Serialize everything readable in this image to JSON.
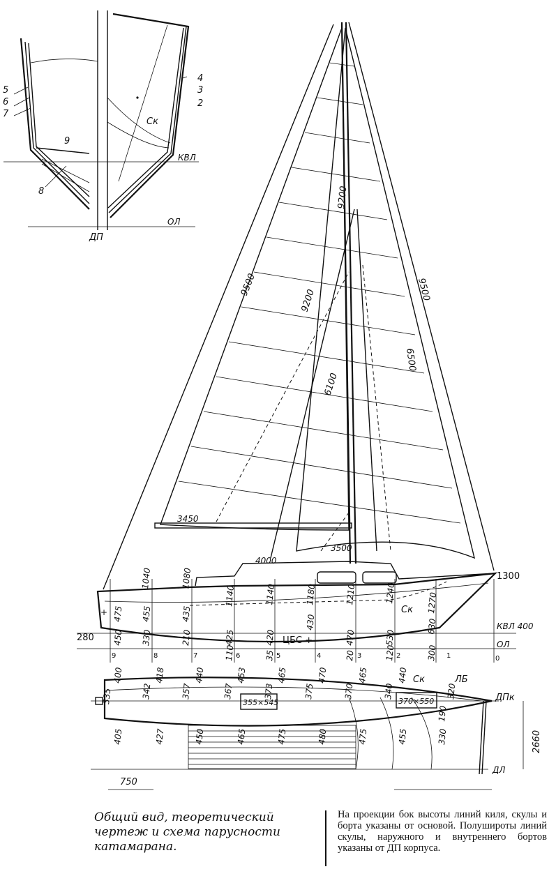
{
  "section": {
    "numbers": [
      "5",
      "6",
      "7",
      "4",
      "3",
      "2",
      "9",
      "8"
    ],
    "sk": "Ск",
    "kvl": "КВЛ",
    "ol": "ОЛ",
    "dp": "ДП"
  },
  "sail": {
    "dims": [
      "9200",
      "9500",
      "9200",
      "9500",
      "6100",
      "6500",
      "3450",
      "3500",
      "4000"
    ]
  },
  "profile": {
    "tops": [
      "1040",
      "1080",
      "1140",
      "1140",
      "1180",
      "1210",
      "1240",
      "1270",
      "1300"
    ],
    "side": [
      "475",
      "455",
      "435",
      "450",
      "330",
      "210",
      "425",
      "420",
      "430",
      "470",
      "530",
      "630"
    ],
    "keel": [
      "110",
      "35",
      "20",
      "120",
      "300"
    ],
    "stations": [
      "9",
      "8",
      "7",
      "6",
      "5",
      "4",
      "3",
      "2",
      "1",
      "0"
    ],
    "sk": "Ск",
    "kvl": "КВЛ 400",
    "ol": "ОЛ",
    "cbs": "ЦБС +",
    "left_dim": "280",
    "plus": "+"
  },
  "plan": {
    "upper": [
      "400",
      "418",
      "440",
      "453",
      "465",
      "470",
      "465",
      "440"
    ],
    "inner": [
      "335",
      "342",
      "357",
      "367",
      "373",
      "375",
      "370",
      "340",
      "190",
      "320"
    ],
    "lower": [
      "405",
      "427",
      "450",
      "465",
      "475",
      "480",
      "475",
      "455",
      "330"
    ],
    "hatch1": "355×545",
    "hatch2": "370×550",
    "sk": "Ск",
    "lb": "ЛБ",
    "dpk": "ДПк",
    "dl": "ДЛ",
    "width_dim": "2660",
    "spacing": "750"
  },
  "caption": {
    "title": "Общий вид, теоретический чертеж и схема парусности катамарана.",
    "note": "На проекции бок высоты линий киля, скулы и борта указаны от основой. Полушироты линий скулы, наружного и внутреннего бортов указаны от ДП корпуса."
  }
}
